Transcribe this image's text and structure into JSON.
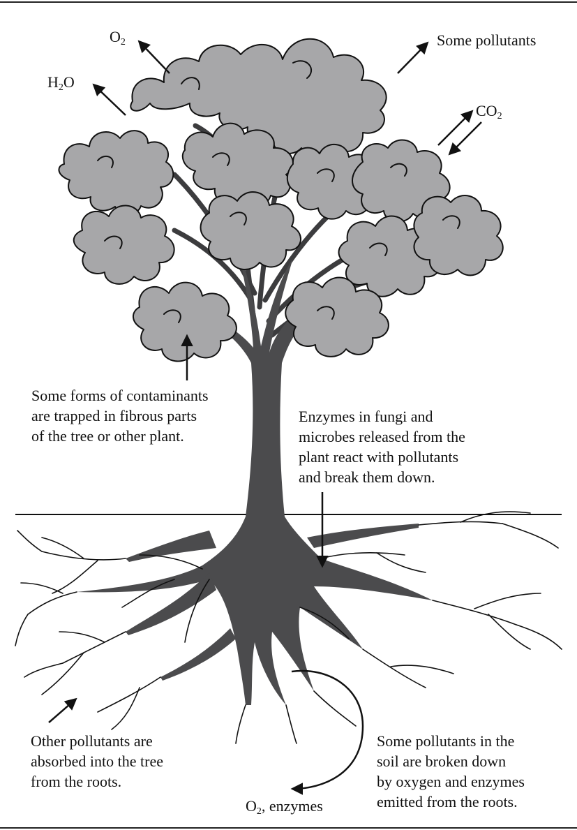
{
  "colors": {
    "foliage": "#a7a7a9",
    "trunk": "#4b4b4d",
    "outline": "#111111",
    "background": "#ffffff"
  },
  "chem": {
    "o2_top": {
      "base": "O",
      "sub": "2"
    },
    "h2o": {
      "base1": "H",
      "sub": "2",
      "base2": "O"
    },
    "co2": {
      "base": "CO",
      "sub": "2"
    },
    "o2_enzymes": {
      "base": "O",
      "sub": "2",
      "rest": ", enzymes"
    }
  },
  "labels": {
    "some_pollutants": "Some pollutants",
    "trapped": [
      "Some forms of contaminants",
      "are trapped in fibrous parts",
      "of the tree or other plant."
    ],
    "enzymes": [
      "Enzymes in fungi and",
      "microbes released from the",
      "plant react with pollutants",
      "and break them down."
    ],
    "absorbed": [
      "Other pollutants are",
      "absorbed into the tree",
      "from the roots."
    ],
    "soil": [
      "Some pollutants in the",
      "soil are broken down",
      "by oxygen and enzymes",
      "emitted from the roots."
    ]
  }
}
